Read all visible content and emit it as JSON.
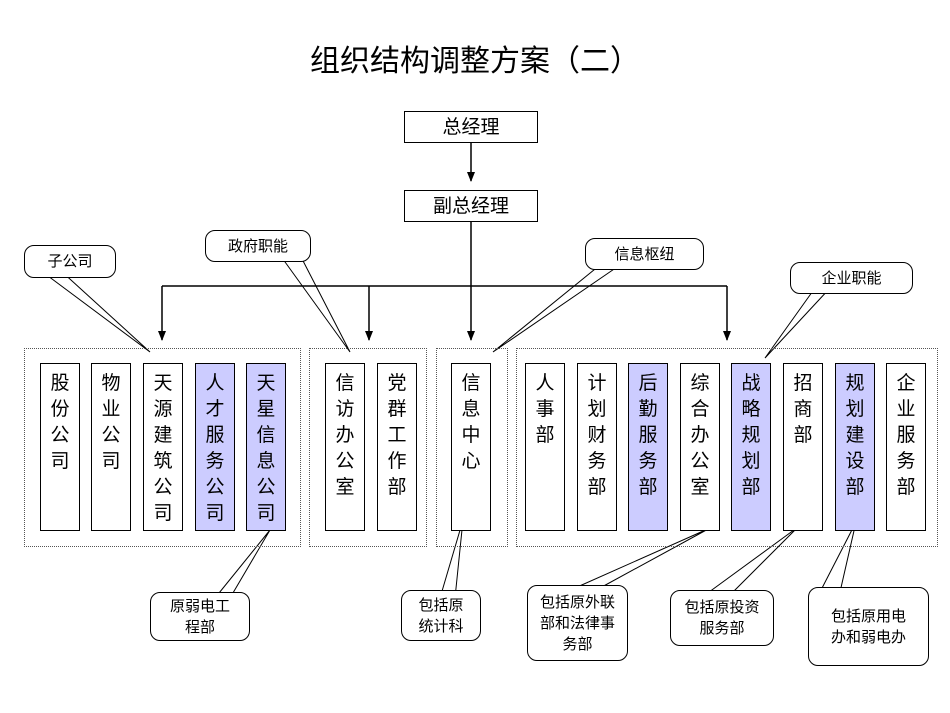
{
  "title": "组织结构调整方案（二）",
  "top": {
    "gm": "总经理",
    "deputy": "副总经理"
  },
  "groups": [
    {
      "units": [
        {
          "label": "股份公司",
          "hl": false
        },
        {
          "label": "物业公司",
          "hl": false
        },
        {
          "label": "天源建筑公司",
          "hl": false
        },
        {
          "label": "人才服务公司",
          "hl": true
        },
        {
          "label": "天星信息公司",
          "hl": true
        }
      ]
    },
    {
      "units": [
        {
          "label": "信访办公室",
          "hl": false
        },
        {
          "label": "党群工作部",
          "hl": false
        }
      ]
    },
    {
      "units": [
        {
          "label": "信息中心",
          "hl": false
        }
      ]
    },
    {
      "units": [
        {
          "label": "人事部",
          "hl": false
        },
        {
          "label": "计划财务部",
          "hl": false
        },
        {
          "label": "后勤服务部",
          "hl": true
        },
        {
          "label": "综合办公室",
          "hl": false
        },
        {
          "label": "战略规划部",
          "hl": true
        },
        {
          "label": "招商部",
          "hl": false
        },
        {
          "label": "规划建设部",
          "hl": true
        },
        {
          "label": "企业服务部",
          "hl": false
        }
      ]
    }
  ],
  "callouts": {
    "subsidiary": "子公司",
    "gov": "政府职能",
    "info_hub": "信息枢纽",
    "enterprise": "企业职能",
    "weak": "原弱电工程部",
    "stats": "包括原统计科",
    "liaison": "包括原外联部和法律事务部",
    "invest": "包括原投资服务部",
    "power": "包括原用电办和弱电办"
  },
  "colors": {
    "highlight": "#ccccff"
  }
}
